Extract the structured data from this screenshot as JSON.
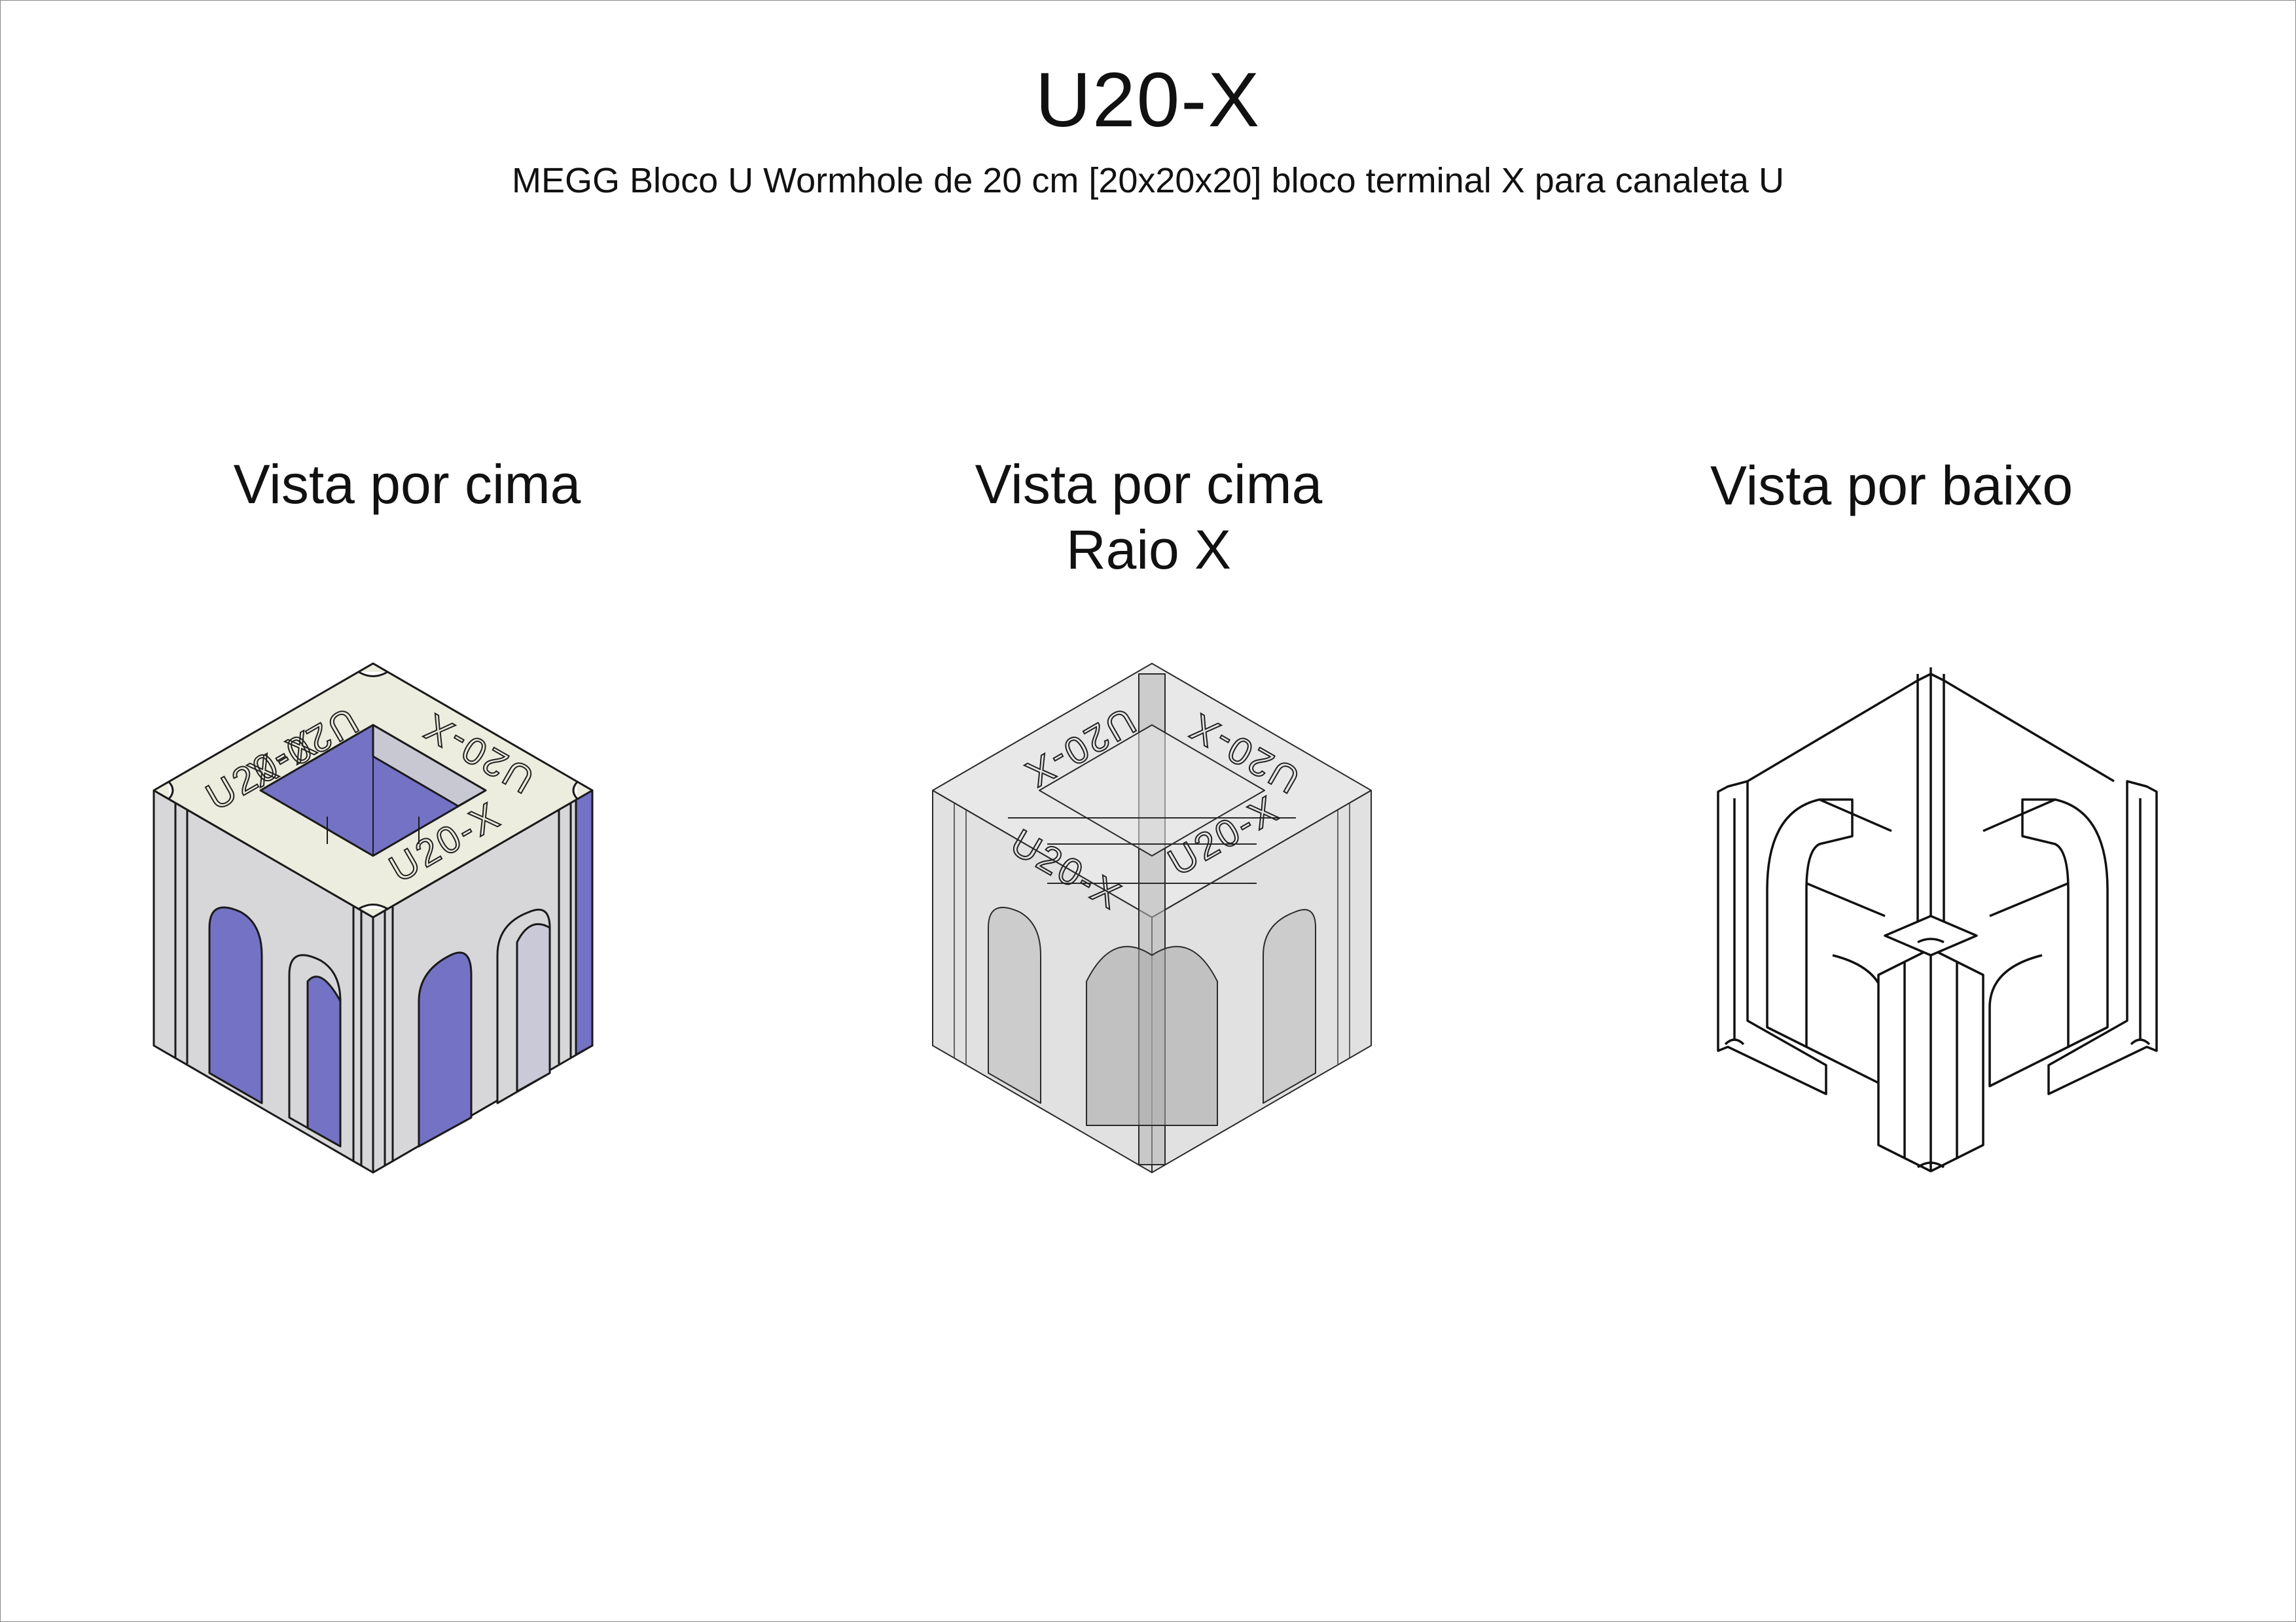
{
  "header": {
    "title": "U20-X",
    "subtitle": "MEGG Bloco U Wormhole de 20 cm [20x20x20] bloco terminal X para canaleta U"
  },
  "views": [
    {
      "label_lines": [
        "Vista por cima"
      ],
      "style": "shaded",
      "engraving": "U20-X"
    },
    {
      "label_lines": [
        "Vista por cima",
        "Raio X"
      ],
      "style": "x-ray",
      "engraving": "U20-X"
    },
    {
      "label_lines": [
        "Vista por baixo"
      ],
      "style": "line-drawing"
    }
  ],
  "colors": {
    "top_face": "#ecedde",
    "light_face": "#d7d7d9",
    "inner_face": "#7472c4",
    "xray_fill": "#c8c8c8",
    "outline": "#1a1a1a"
  }
}
